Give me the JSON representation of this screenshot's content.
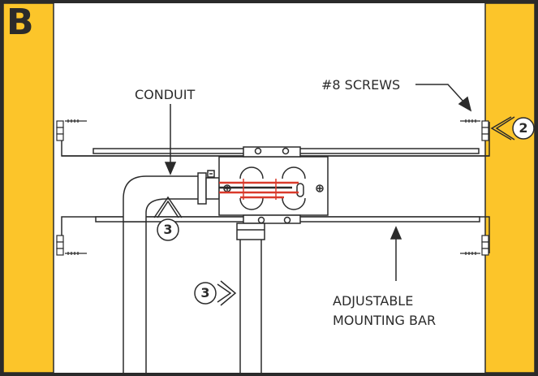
{
  "panel_letter": "B",
  "labels": {
    "conduit": "CONDUIT",
    "screws": "#8 SCREWS",
    "mounting_bar_line1": "ADJUSTABLE",
    "mounting_bar_line2": "MOUNTING BAR"
  },
  "callouts": {
    "screws_step": "2",
    "conduit_step": "3",
    "pipe_step": "3"
  },
  "colors": {
    "joist": "#fcc52a",
    "frame": "#2b2b2b",
    "wire_red": "#d93a2b",
    "wire_white": "#ffffff",
    "wire_black": "#2b2b2b"
  }
}
